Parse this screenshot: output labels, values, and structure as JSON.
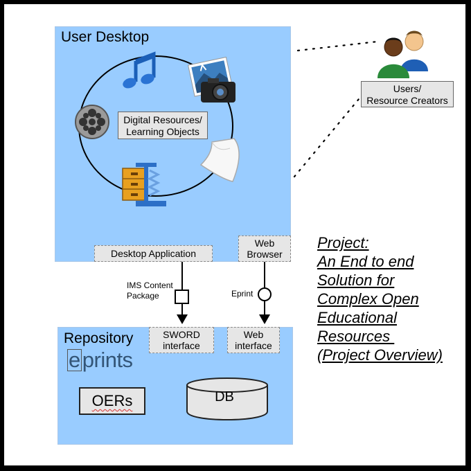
{
  "user_desktop": {
    "title": "User Desktop",
    "center_label_line1": "Digital Resources/",
    "center_label_line2": "Learning Objects",
    "desktop_app_label": "Desktop Application",
    "web_browser_line1": "Web",
    "web_browser_line2": "Browser",
    "icons": [
      "music-note-icon",
      "camera-photo-icon",
      "film-reel-icon",
      "document-page-icon",
      "archive-compress-icon"
    ]
  },
  "users": {
    "label_line1": "Users/",
    "label_line2": "Resource Creators",
    "icon": "users-group-icon"
  },
  "connections": {
    "ims_line1": "IMS Content",
    "ims_line2": "Package",
    "eprint_label": "Eprint"
  },
  "repository": {
    "title": "Repository",
    "sword_line1": "SWORD",
    "sword_line2": "interface",
    "web_line1": "Web",
    "web_line2": "interface",
    "logo_e": "e",
    "logo_rest": "prints",
    "oers_label": "OERs",
    "db_label": "DB"
  },
  "project": {
    "lines": [
      "Project:",
      "An End to end",
      "Solution for",
      "Complex Open",
      "Educational",
      "Resources ",
      "(Project Overview)"
    ]
  },
  "colors": {
    "panel_fill": "#99ccff",
    "box_fill": "#e6e6e6",
    "frame": "#000000"
  }
}
